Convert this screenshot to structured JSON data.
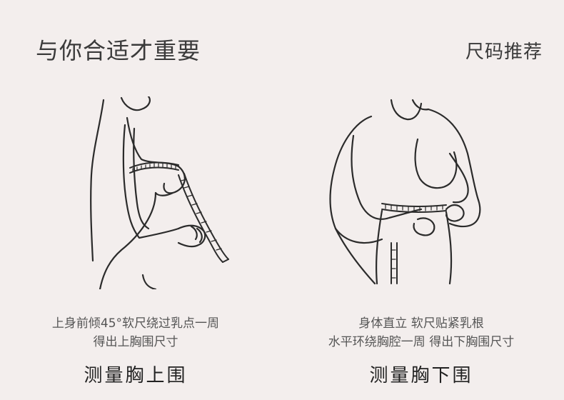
{
  "header": {
    "title": "与你合适才重要",
    "subtitle": "尺码推荐"
  },
  "left_panel": {
    "line1": "上身前倾45°软尺绕过乳点一周",
    "line2": "得出上胸围尺寸",
    "caption": "测量胸上围",
    "illustration": "upper-bust-measurement-illustration"
  },
  "right_panel": {
    "line1": "身体直立 软尺贴紧乳根",
    "line2": "水平环绕胸腔一周 得出下胸围尺寸",
    "caption": "测量胸下围",
    "illustration": "under-bust-measurement-illustration"
  },
  "colors": {
    "background": "#f3eeed",
    "line": "#2b2b2b",
    "text": "#333333"
  }
}
